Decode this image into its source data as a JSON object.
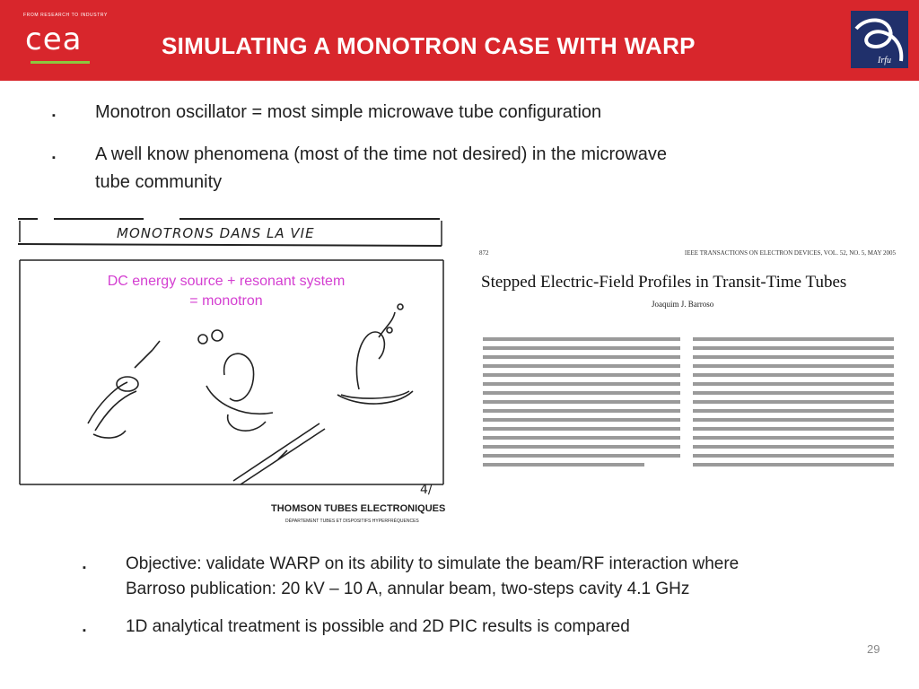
{
  "header": {
    "logo_tagline": "FROM RESEARCH TO INDUSTRY",
    "logo_word": "cea",
    "title": "SIMULATING A MONOTRON CASE WITH WARP",
    "brand_color": "#d8262c"
  },
  "bullets_top": [
    {
      "marker": "▪",
      "text": "Monotron oscillator = most simple microwave tube configuration"
    },
    {
      "marker": "▪",
      "text": "A well know phenomena (most of the time not desired) in the microwave"
    },
    {
      "marker": "",
      "text": "tube community"
    }
  ],
  "cartoon": {
    "banner_text": "MONOTRONS DANS LA VIE",
    "caption_line1": "DC energy source + resonant system",
    "caption_line2": "= monotron",
    "caption_color": "#d43fd1",
    "footer_brand": "THOMSON TUBES ELECTRONIQUES",
    "footer_sub": "DÉPARTEMENT TUBES ET DISPOSITIFS HYPERFRÉQUENCES"
  },
  "paper": {
    "page_no": "872",
    "journal": "IEEE TRANSACTIONS ON ELECTRON DEVICES, VOL. 52, NO. 5, MAY 2005",
    "title": "Stepped Electric-Field Profiles in Transit-Time Tubes",
    "author": "Joaquim J. Barroso"
  },
  "bullets_bottom": [
    {
      "marker": "▪",
      "text": "Objective: validate WARP on its ability to simulate the beam/RF interaction where"
    },
    {
      "marker": "",
      "text": "Barroso publication: 20 kV – 10 A, annular beam, two-steps cavity 4.1 GHz"
    },
    {
      "marker": "▪",
      "text": "1D analytical treatment is possible and 2D PIC results is compared"
    }
  ],
  "page_number": "29"
}
